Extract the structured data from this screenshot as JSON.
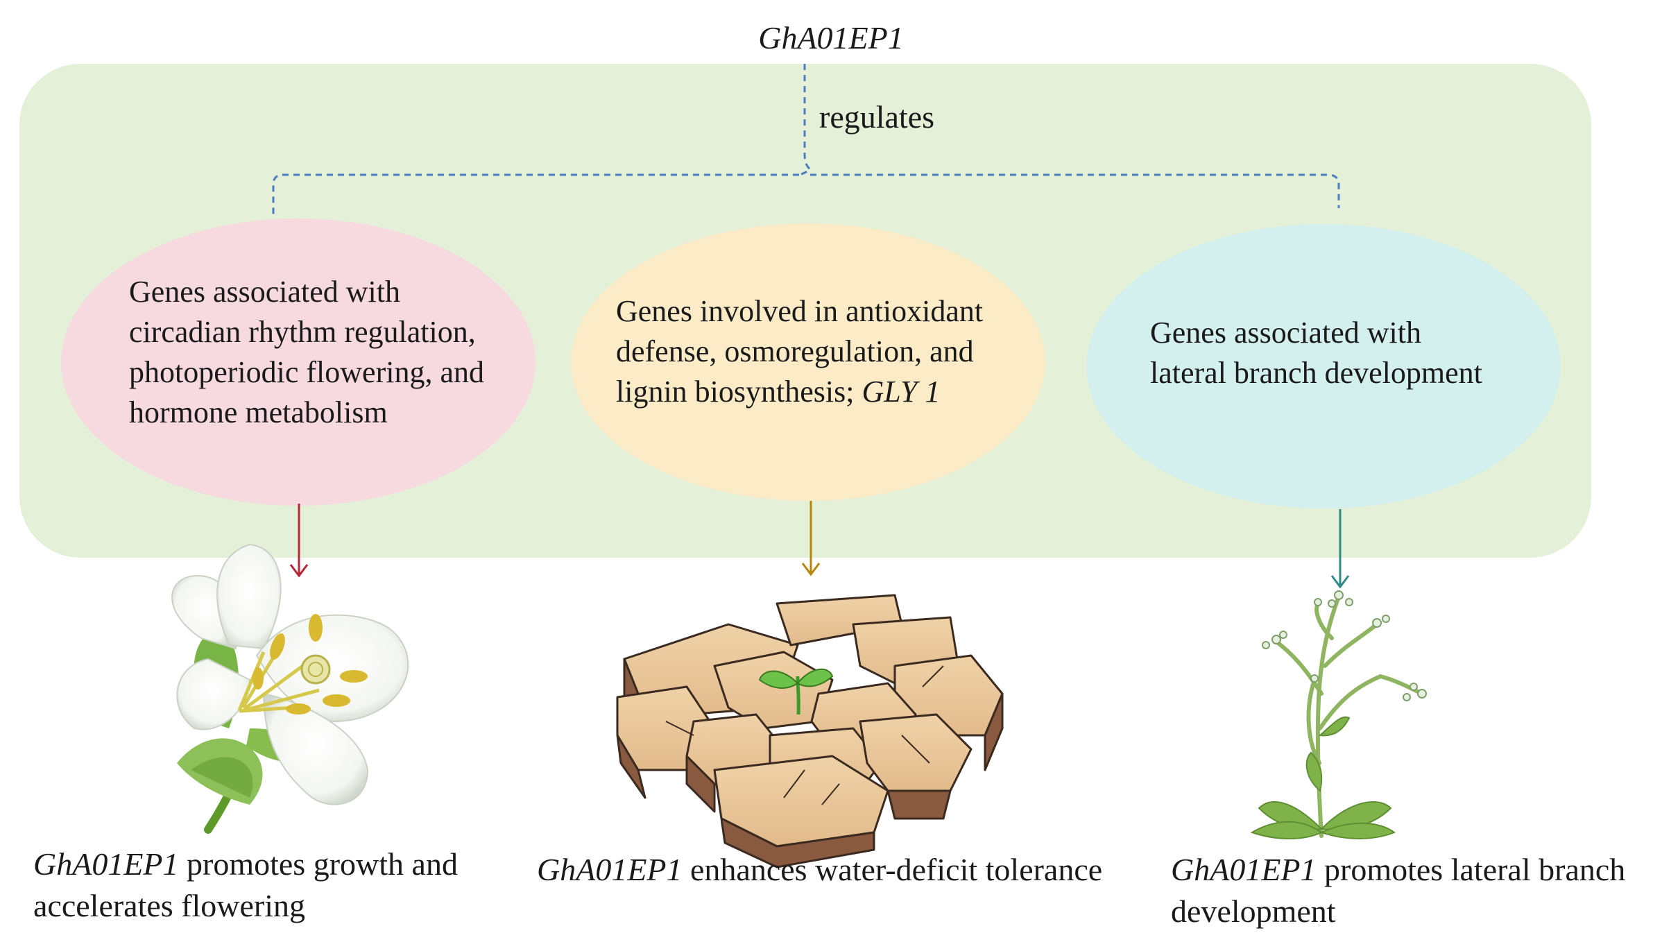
{
  "diagram": {
    "gene": "GhA01EP1",
    "edge_label": "regulates",
    "colors": {
      "panel": "#e4f0d8",
      "connector": "#4a7ec0",
      "oval_flowering": "#f7d9e0",
      "oval_stress": "#fbebc6",
      "oval_branch": "#d3f0ee",
      "arrow_flowering": "#b42837",
      "arrow_stress": "#b8860b",
      "arrow_branch": "#2f8a8a"
    },
    "nodes": [
      {
        "id": "flowering",
        "lines": [
          "Genes associated with",
          "circadian rhythm regulation,",
          "photoperiodic flowering, and",
          "hormone metabolism"
        ]
      },
      {
        "id": "stress",
        "lines": [
          "Genes involved in antioxidant",
          "defense, osmoregulation, and"
        ],
        "last_line_prefix": "lignin biosynthesis; ",
        "last_line_gene": "GLY 1"
      },
      {
        "id": "branch",
        "lines": [
          "Genes associated with",
          "lateral branch development"
        ]
      }
    ],
    "outcomes": [
      {
        "id": "flowering",
        "icon": "white-flower-icon",
        "gene": "GhA01EP1",
        "line1_rest": " promotes growth and",
        "line2": "accelerates flowering"
      },
      {
        "id": "stress",
        "icon": "cracked-dry-soil-seedling-icon",
        "gene": "GhA01EP1",
        "line1_rest": " enhances water-deficit tolerance"
      },
      {
        "id": "branch",
        "icon": "branched-plant-icon",
        "gene": "GhA01EP1",
        "line1_rest": " promotes lateral branch",
        "line2": "development"
      }
    ]
  }
}
